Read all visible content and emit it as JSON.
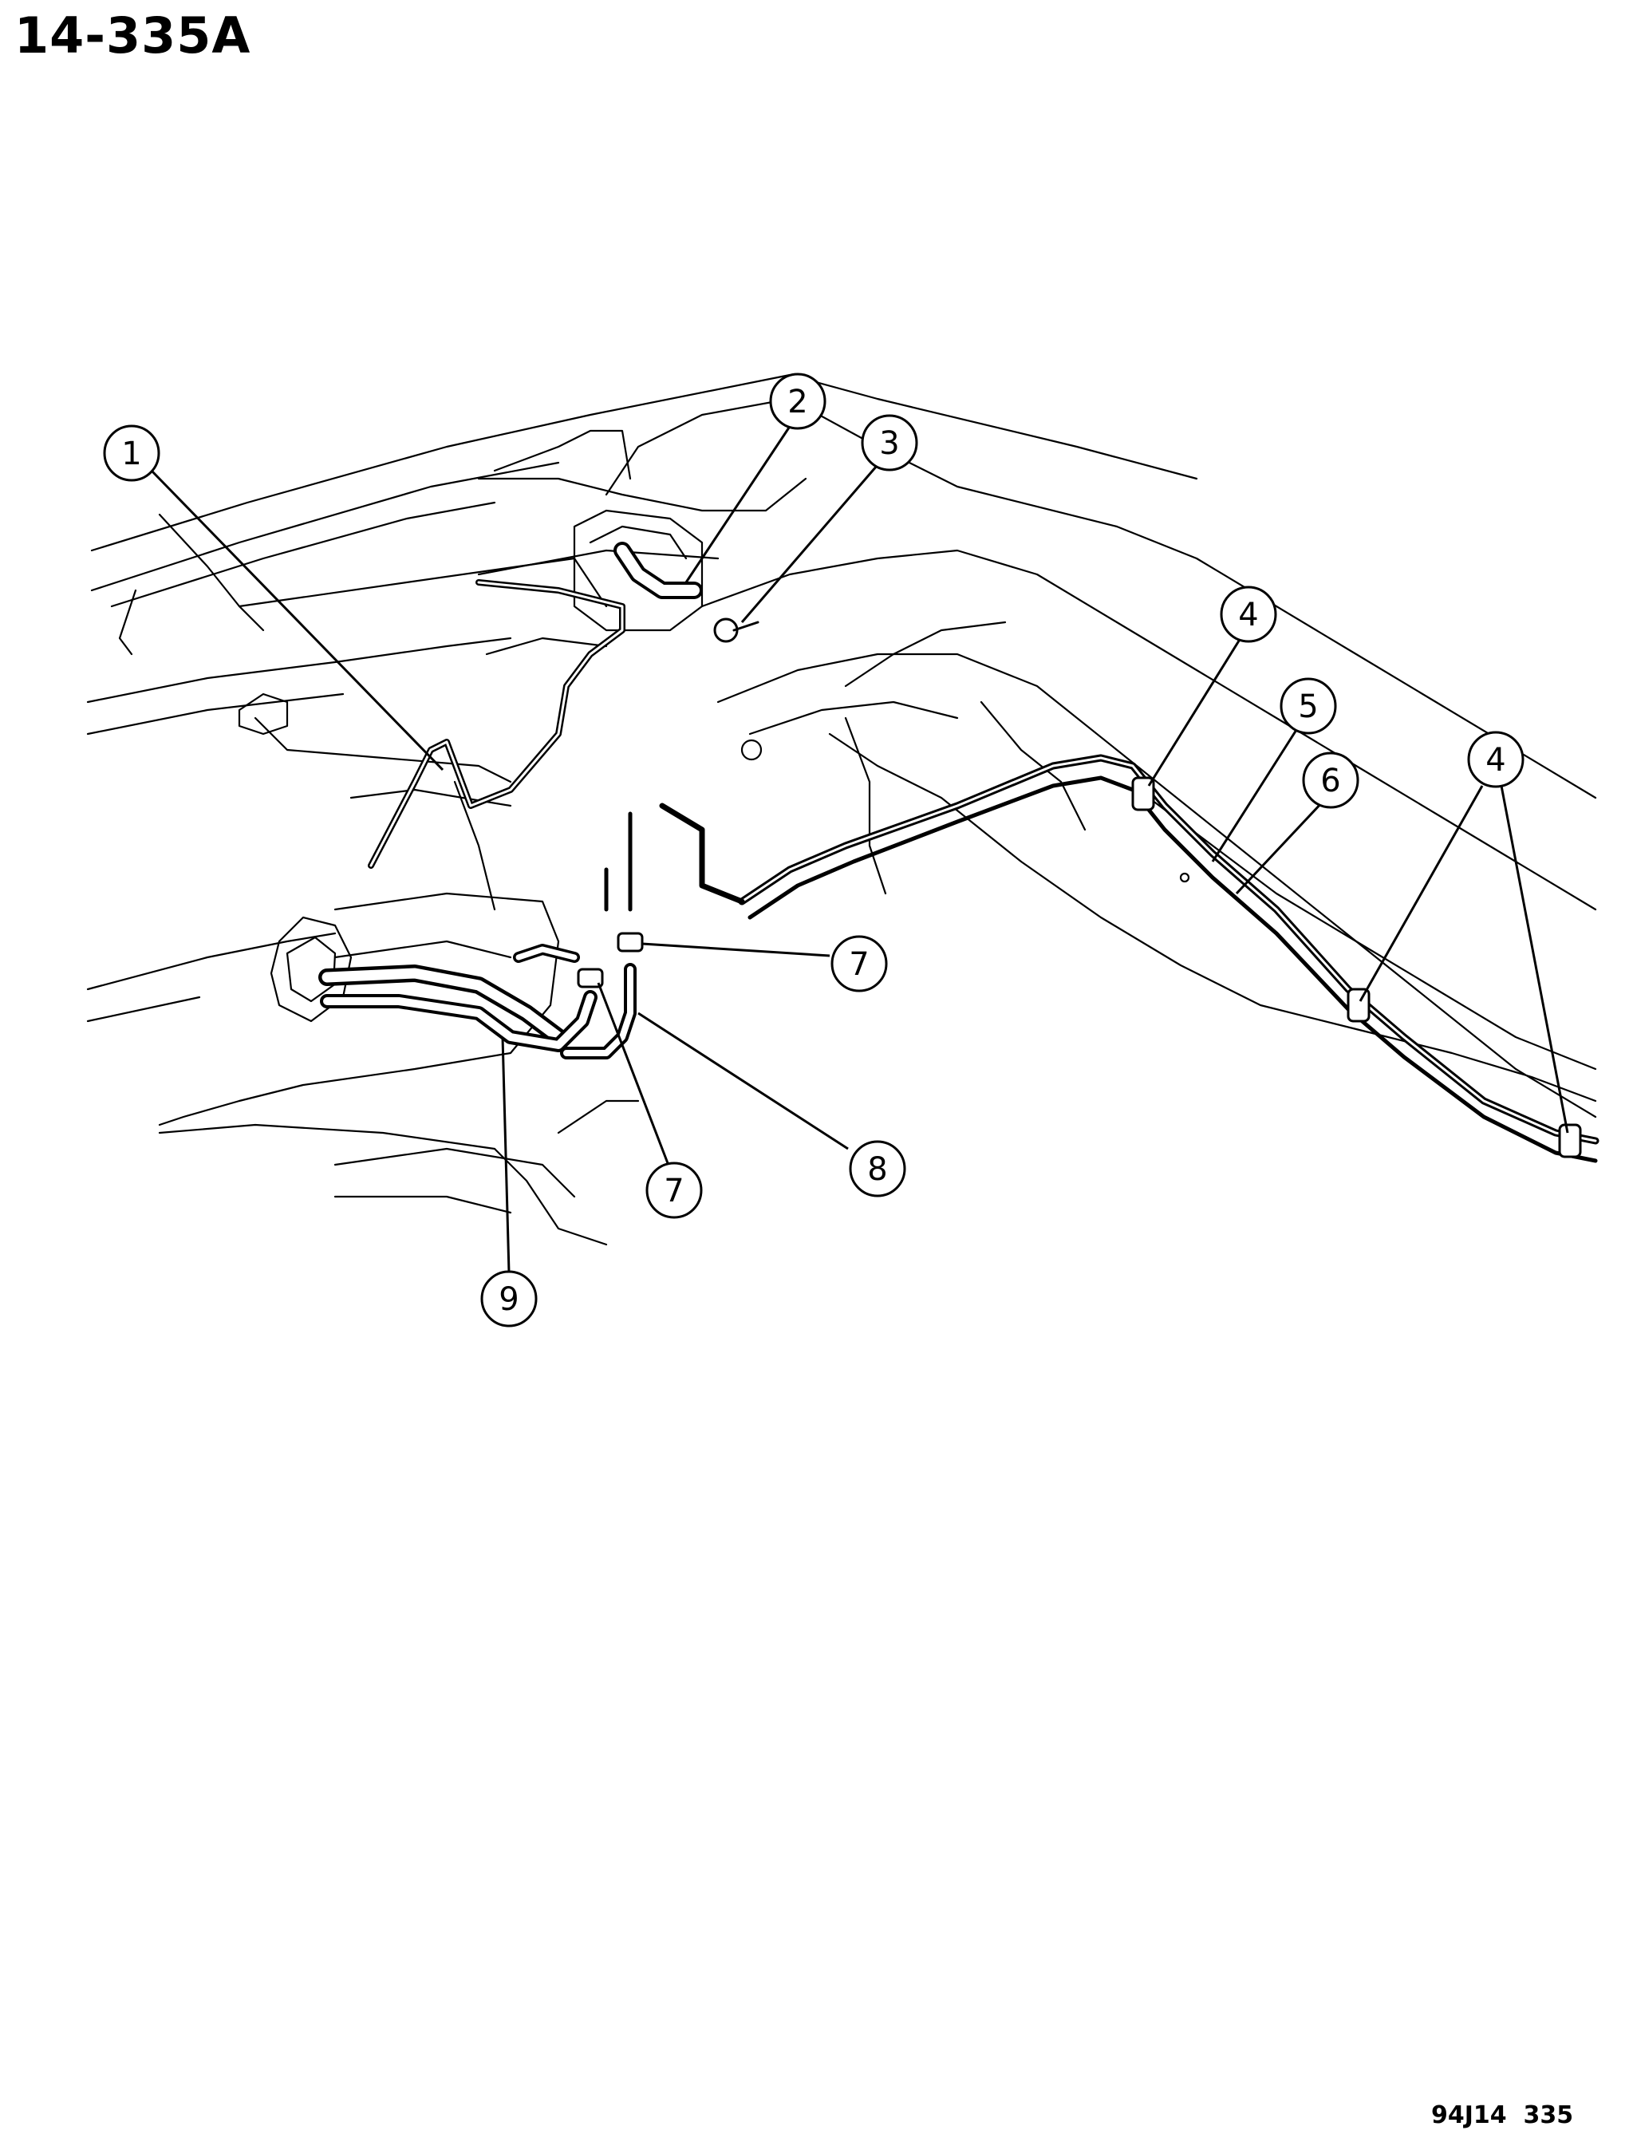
{
  "figure": {
    "title": "14-335A",
    "code": "94J14  335"
  },
  "callouts": [
    {
      "id": "c1",
      "label": "1"
    },
    {
      "id": "c2",
      "label": "2"
    },
    {
      "id": "c3",
      "label": "3"
    },
    {
      "id": "c4a",
      "label": "4"
    },
    {
      "id": "c5",
      "label": "5"
    },
    {
      "id": "c6",
      "label": "6"
    },
    {
      "id": "c4b",
      "label": "4"
    },
    {
      "id": "c7a",
      "label": "7"
    },
    {
      "id": "c7b",
      "label": "7"
    },
    {
      "id": "c8",
      "label": "8"
    },
    {
      "id": "c9",
      "label": "9"
    }
  ]
}
